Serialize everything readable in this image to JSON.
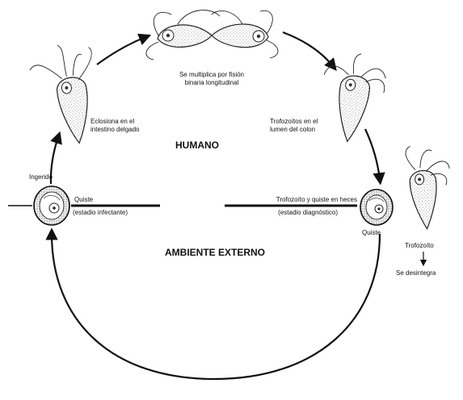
{
  "diagram": {
    "regions": {
      "host": "HUMANO",
      "environment": "AMBIENTE EXTERNO"
    },
    "labels": {
      "multiply_line1": "Se multiplica por fisión",
      "multiply_line2": "binaria longitudinal",
      "hatch_line1": "Eclosiona en el",
      "hatch_line2": "intestino delgado",
      "colon_line1": "Trofozoítos en el",
      "colon_line2": "lumen del colon",
      "ingested": "Ingerido",
      "cyst_left_line1": "Quiste",
      "cyst_left_line2": "(estadio infectante)",
      "feces_line1": "Trofozoíto y quiste en heces",
      "feces_line2": "(estadio diagnóstico)",
      "cyst_right": "Quiste",
      "trophozoite": "Trofozoíto",
      "disintegrates": "Se desintegra"
    },
    "colors": {
      "stroke": "#111111",
      "stipple": "#8a8a8a"
    }
  }
}
